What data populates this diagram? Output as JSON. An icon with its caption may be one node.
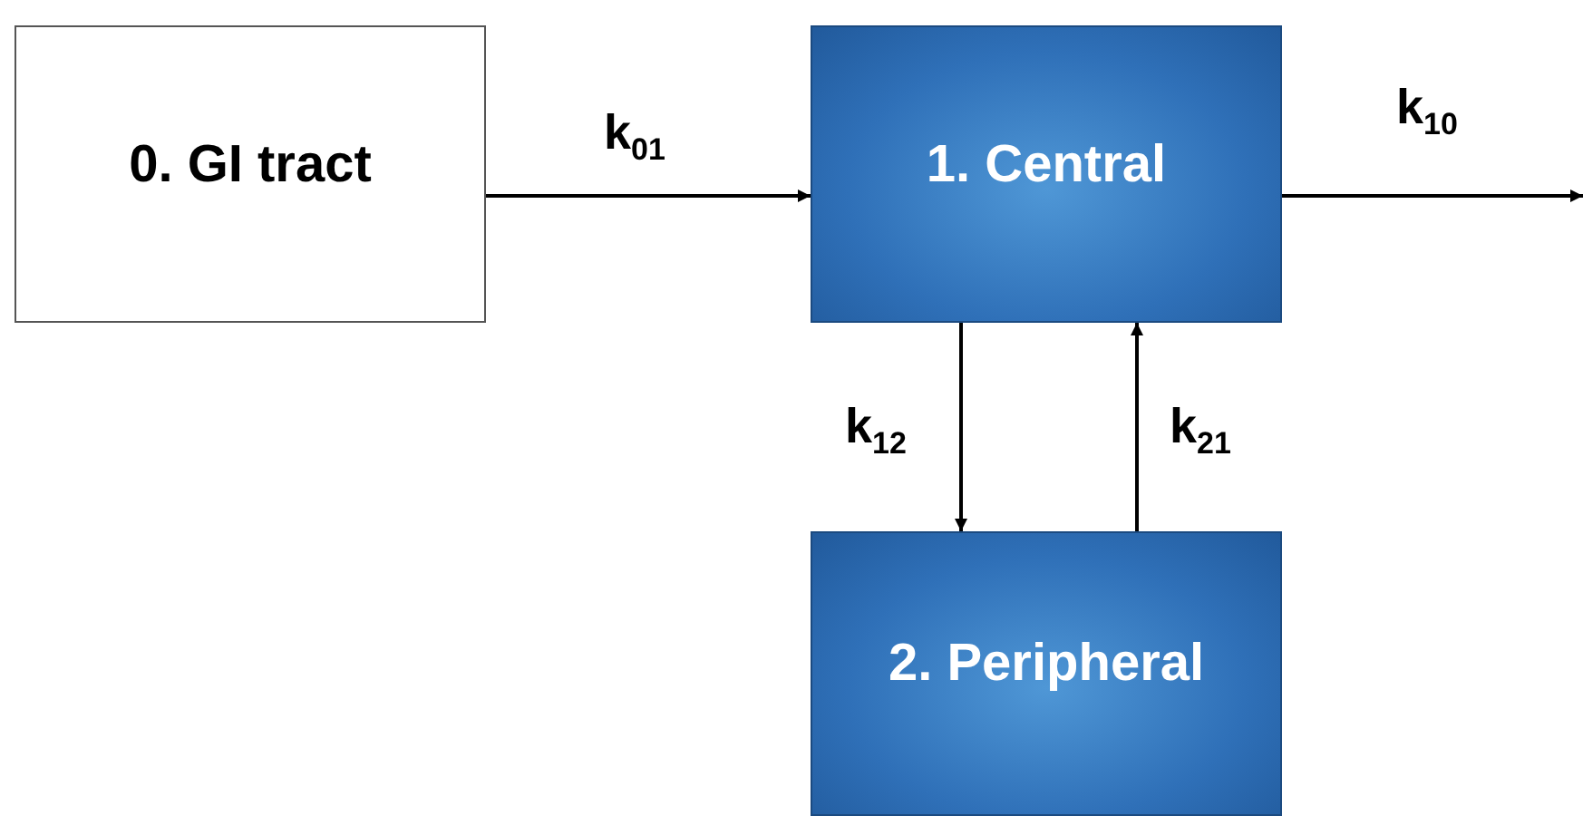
{
  "diagram": {
    "nodes": [
      {
        "text": [
          "0. GI tract"
        ]
      },
      {
        "text": [
          "1. Central"
        ]
      },
      {
        "text": [
          "2. Peripheral"
        ]
      }
    ],
    "edges": [
      {
        "from": 0,
        "to": 1,
        "arrow": "to",
        "label": "k$_{01}$"
      },
      {
        "from": 1,
        "to": null,
        "arrow": "to",
        "label": "k$_{10}$"
      },
      {
        "from": 1,
        "to": 2,
        "arrow": "to",
        "label": "k$_{12}$"
      },
      {
        "from": 2,
        "to": 1,
        "arrow": "to",
        "label": "k$_{21}$"
      }
    ]
  }
}
